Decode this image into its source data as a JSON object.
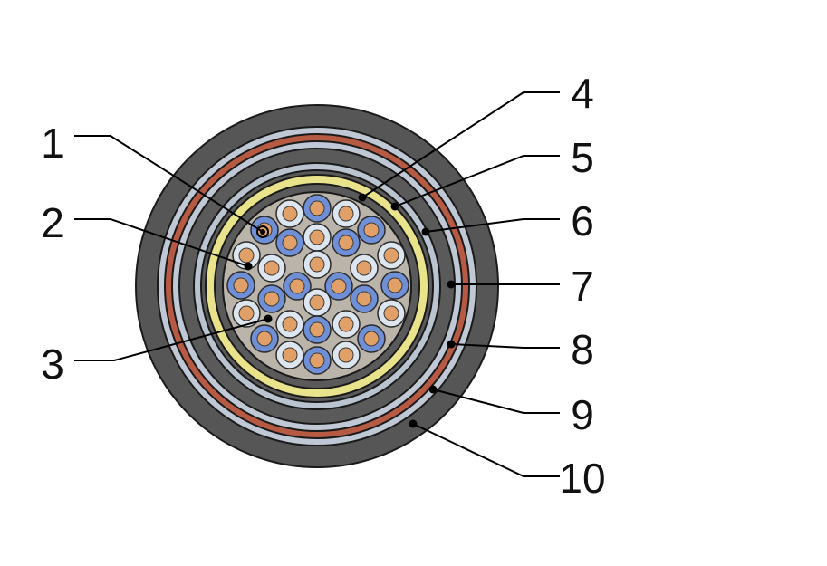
{
  "diagram": {
    "type": "cable-cross-section",
    "colors": {
      "outer_sheath": "#565656",
      "armor_gap": "#bfc8d4",
      "armor_band": "#b75a44",
      "inner_sheath": "#5a5a5a",
      "screen_tape": "#b9c4d0",
      "binder_tape": "#e9e48b",
      "filler": "#bab4aa",
      "conductor": "#e1a067",
      "insulation_blue": "#6f8fd6",
      "insulation_white": "#dde6ef"
    },
    "callouts": [
      {
        "id": "1",
        "label": "1",
        "side": "left"
      },
      {
        "id": "2",
        "label": "2",
        "side": "left"
      },
      {
        "id": "3",
        "label": "3",
        "side": "left"
      },
      {
        "id": "4",
        "label": "4",
        "side": "right"
      },
      {
        "id": "5",
        "label": "5",
        "side": "right"
      },
      {
        "id": "6",
        "label": "6",
        "side": "right"
      },
      {
        "id": "7",
        "label": "7",
        "side": "right"
      },
      {
        "id": "8",
        "label": "8",
        "side": "right"
      },
      {
        "id": "9",
        "label": "9",
        "side": "right"
      },
      {
        "id": "10",
        "label": "10",
        "side": "right"
      }
    ]
  }
}
